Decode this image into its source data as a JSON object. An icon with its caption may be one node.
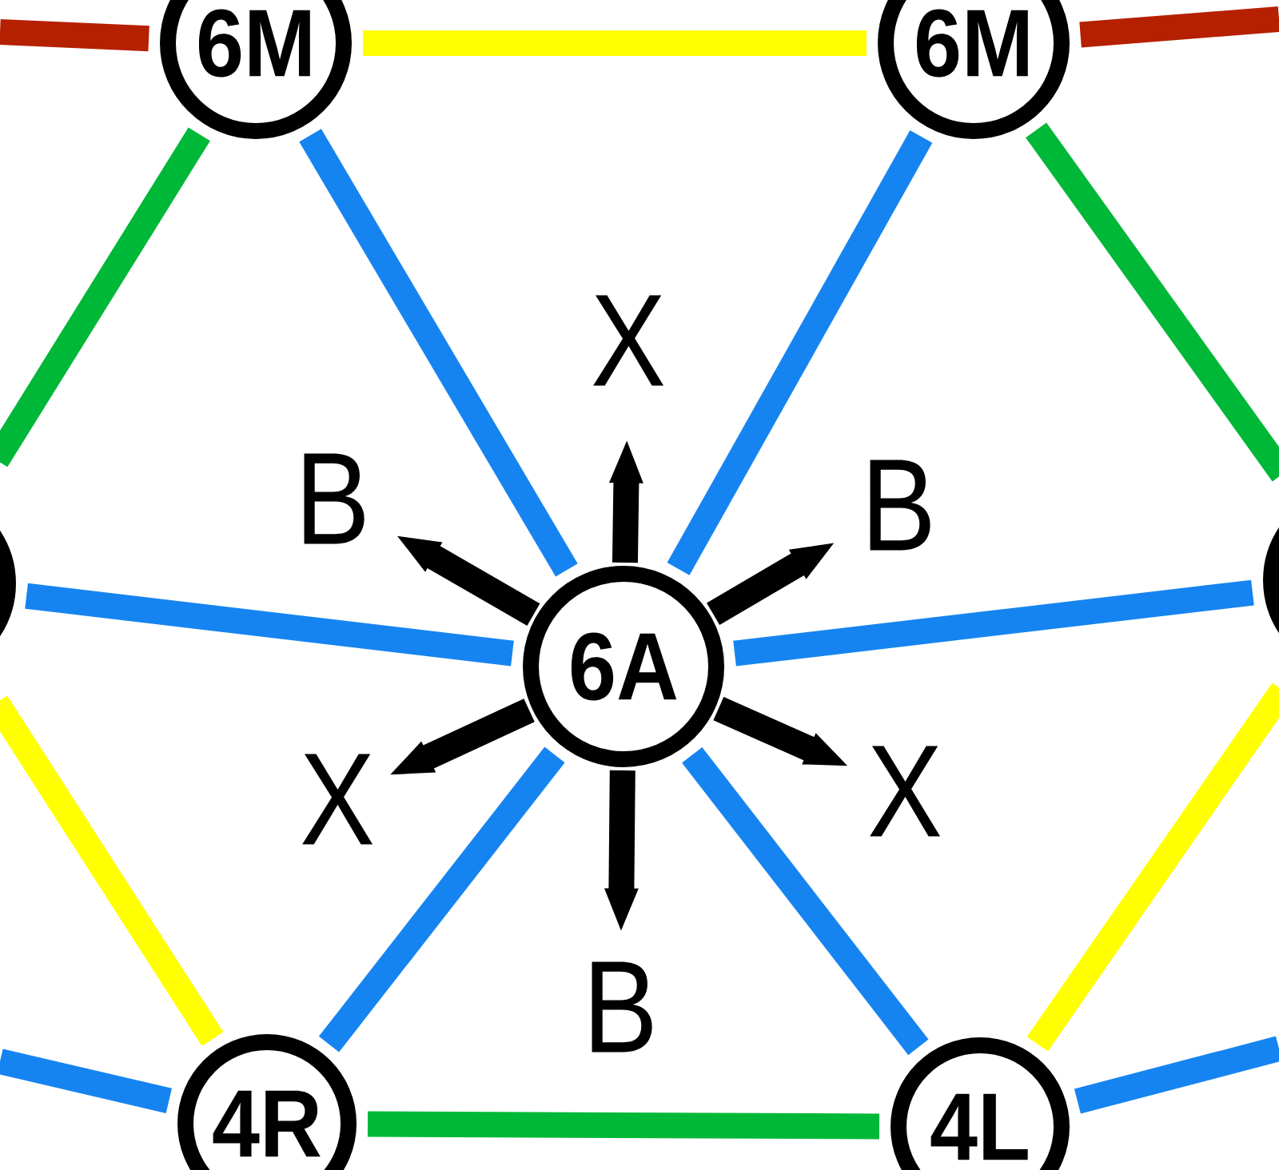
{
  "diagram": {
    "nodes": [
      {
        "text": [
          "6M"
        ]
      },
      {
        "text": [
          "6M"
        ]
      },
      {
        "text": [
          "X"
        ]
      },
      {
        "text": [
          "B"
        ]
      },
      {
        "text": [
          "B"
        ]
      },
      {
        "text": [],
        "shape": "circle"
      },
      {
        "text": [],
        "shape": "circle"
      },
      {
        "text": [
          "6A"
        ]
      },
      {
        "text": [
          "X"
        ]
      },
      {
        "text": [
          "X"
        ]
      },
      {
        "text": [
          "B"
        ]
      },
      {
        "text": [
          "4R"
        ]
      },
      {
        "text": [
          "4L"
        ]
      }
    ],
    "edges": [
      {
        "from": 0,
        "to": null,
        "arrow": "none",
        "color": "#b52000"
      },
      {
        "from": 0,
        "to": 1,
        "arrow": "none",
        "color": "#ffff00"
      },
      {
        "from": 1,
        "to": null,
        "arrow": "none",
        "color": "#b52000"
      },
      {
        "from": 0,
        "to": 5,
        "arrow": "none",
        "color": "#00b837"
      },
      {
        "from": 0,
        "to": 7,
        "arrow": "none"
      },
      {
        "from": 1,
        "to": 7,
        "arrow": "none"
      },
      {
        "from": 1,
        "to": 6,
        "arrow": "none",
        "color": "#00b837"
      },
      {
        "from": 7,
        "to": 2,
        "arrow": "to",
        "color": "#000000"
      },
      {
        "from": 7,
        "to": 3,
        "arrow": "to",
        "color": "#000000"
      },
      {
        "from": 7,
        "to": 4,
        "arrow": "to",
        "color": "#000000"
      },
      {
        "from": 5,
        "to": 7,
        "arrow": "none"
      },
      {
        "from": 7,
        "to": 6,
        "arrow": "none"
      },
      {
        "from": 7,
        "to": 8,
        "arrow": "to",
        "color": "#000000"
      },
      {
        "from": 7,
        "to": 9,
        "arrow": "to",
        "color": "#000000"
      },
      {
        "from": 5,
        "to": 11,
        "arrow": "none",
        "color": "#ffff00"
      },
      {
        "from": 7,
        "to": 11,
        "arrow": "none"
      },
      {
        "from": 7,
        "to": 12,
        "arrow": "none"
      },
      {
        "from": 6,
        "to": 12,
        "arrow": "none",
        "color": "#ffff00"
      },
      {
        "from": 7,
        "to": 10,
        "arrow": "to",
        "color": "#000000"
      },
      {
        "from": 11,
        "to": null,
        "arrow": "none"
      },
      {
        "from": 11,
        "to": 12,
        "arrow": "none",
        "color": "#00b837"
      },
      {
        "from": 12,
        "to": null,
        "arrow": "none"
      }
    ]
  }
}
